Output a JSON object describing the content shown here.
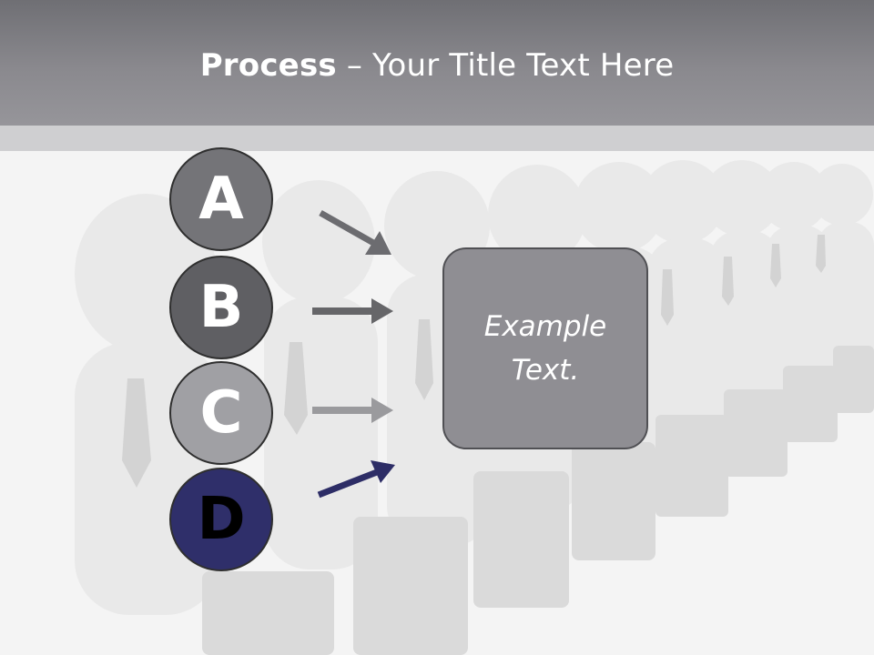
{
  "title": {
    "bold": "Process",
    "rest": " – Your Title Text Here"
  },
  "steps": [
    {
      "letter": "A",
      "fill": "#747478",
      "text_color": "#ffffff",
      "arrow_color": "#6c6c70"
    },
    {
      "letter": "B",
      "fill": "#5f5f63",
      "text_color": "#ffffff",
      "arrow_color": "#666669"
    },
    {
      "letter": "C",
      "fill": "#a0a0a4",
      "text_color": "#ffffff",
      "arrow_color": "#9a9a9d"
    },
    {
      "letter": "D",
      "fill": "#2f2f6a",
      "text_color": "#000000",
      "arrow_color": "#2d2d66"
    }
  ],
  "box": {
    "text": "Example Text."
  },
  "colors": {
    "header": "#8a898e",
    "band": "#cfcfd1",
    "box_fill": "#8f8e93",
    "box_border": "#505054"
  }
}
